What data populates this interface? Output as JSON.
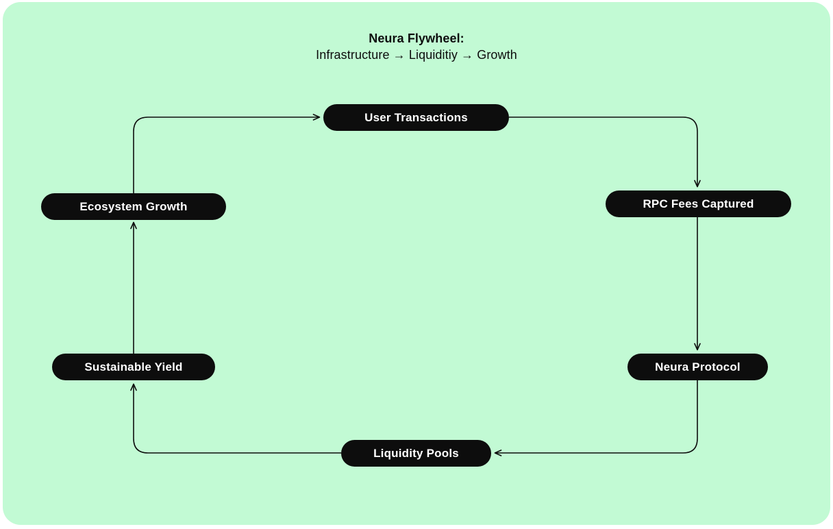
{
  "diagram": {
    "title_main": "Neura Flywheel:",
    "title_sub": "Infrastructure → Liquiditiy → Growth",
    "background_color": "#c2fad4",
    "node_fill_color": "#0d0d0d",
    "node_text_color": "#ffffff",
    "edge_color": "#0d0d0d",
    "nodes": [
      {
        "id": "user-transactions",
        "label": "User Transactions"
      },
      {
        "id": "rpc-fees",
        "label": "RPC Fees Captured"
      },
      {
        "id": "neura-protocol",
        "label": "Neura Protocol"
      },
      {
        "id": "liquidity-pools",
        "label": "Liquidity Pools"
      },
      {
        "id": "sustainable-yield",
        "label": "Sustainable Yield"
      },
      {
        "id": "ecosystem-growth",
        "label": "Ecosystem Growth"
      }
    ],
    "edges": [
      {
        "from": "user-transactions",
        "to": "rpc-fees"
      },
      {
        "from": "rpc-fees",
        "to": "neura-protocol"
      },
      {
        "from": "neura-protocol",
        "to": "liquidity-pools"
      },
      {
        "from": "liquidity-pools",
        "to": "sustainable-yield"
      },
      {
        "from": "sustainable-yield",
        "to": "ecosystem-growth"
      },
      {
        "from": "ecosystem-growth",
        "to": "user-transactions"
      }
    ]
  }
}
